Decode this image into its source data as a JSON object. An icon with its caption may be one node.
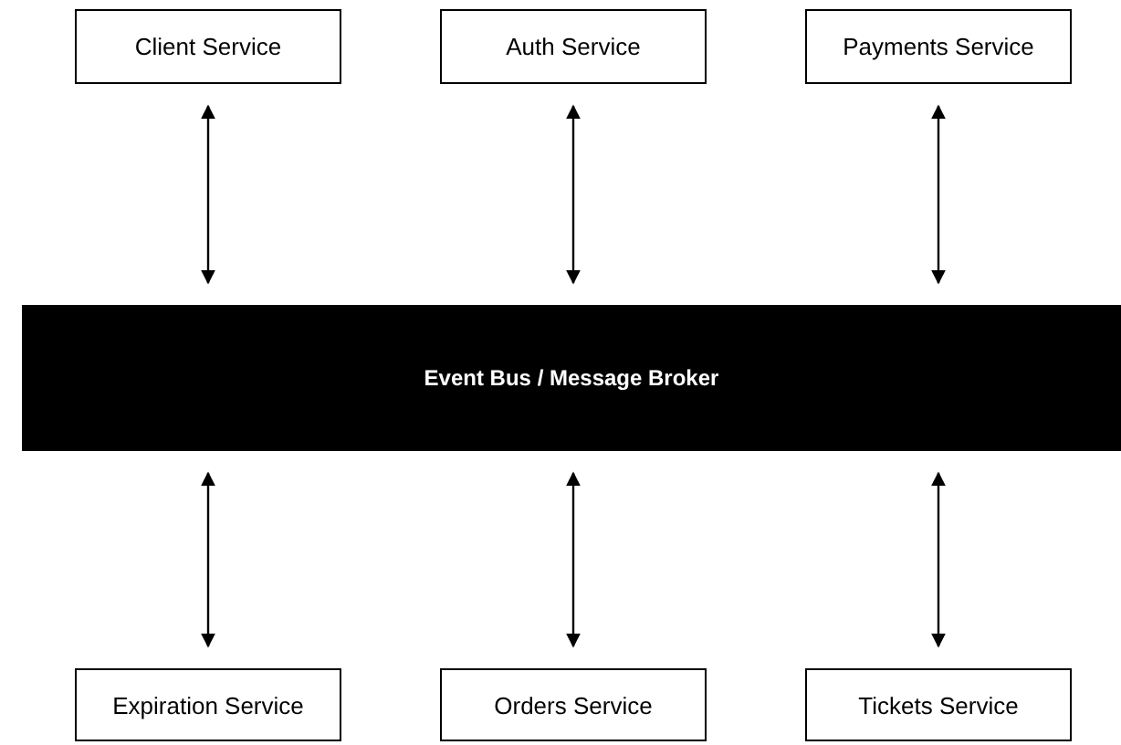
{
  "diagram": {
    "nodes": [
      {
        "text": [
          "Client Service"
        ]
      },
      {
        "text": [
          "Auth Service"
        ]
      },
      {
        "text": [
          "Payments Service"
        ]
      },
      {
        "text": [
          "Event Bus / Message Broker"
        ]
      },
      {
        "text": [
          "Expiration Service"
        ]
      },
      {
        "text": [
          "Orders Service"
        ]
      },
      {
        "text": [
          "Tickets Service"
        ]
      }
    ],
    "edges": [
      {
        "from": 0,
        "to": 3,
        "arrow": "both"
      },
      {
        "from": 1,
        "to": 3,
        "arrow": "both"
      },
      {
        "from": 2,
        "to": 3,
        "arrow": "both"
      },
      {
        "from": 4,
        "to": 3,
        "arrow": "both"
      },
      {
        "from": 5,
        "to": 3,
        "arrow": "both"
      },
      {
        "from": 6,
        "to": 3,
        "arrow": "both"
      }
    ]
  }
}
